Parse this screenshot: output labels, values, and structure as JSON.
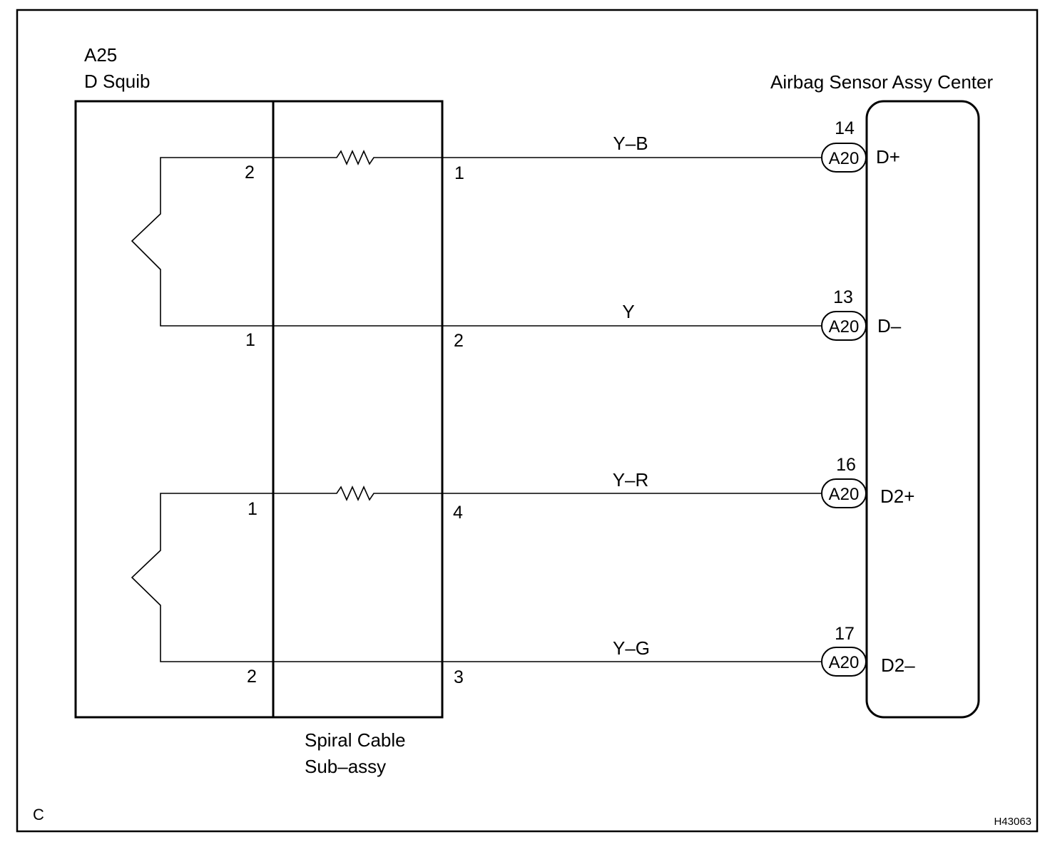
{
  "component_a25": {
    "code": "A25",
    "name": "D Squib"
  },
  "spiral_cable": {
    "line1": "Spiral Cable",
    "line2": "Sub–assy"
  },
  "ecu": {
    "name": "Airbag Sensor Assy Center"
  },
  "wires": [
    {
      "id": "dplus",
      "color": "Y–B",
      "squib_pin": "2",
      "spiral_pin": "1",
      "ecu_pin": "14",
      "connector": "A20",
      "terminal": "D+"
    },
    {
      "id": "dminus",
      "color": "Y",
      "squib_pin": "1",
      "spiral_pin": "2",
      "ecu_pin": "13",
      "connector": "A20",
      "terminal": "D–"
    },
    {
      "id": "d2plus",
      "color": "Y–R",
      "squib_pin": "1",
      "spiral_pin": "4",
      "ecu_pin": "16",
      "connector": "A20",
      "terminal": "D2+"
    },
    {
      "id": "d2minus",
      "color": "Y–G",
      "squib_pin": "2",
      "spiral_pin": "3",
      "ecu_pin": "17",
      "connector": "A20",
      "terminal": "D2–"
    }
  ],
  "corner_letter": "C",
  "figure_code": "H43063"
}
